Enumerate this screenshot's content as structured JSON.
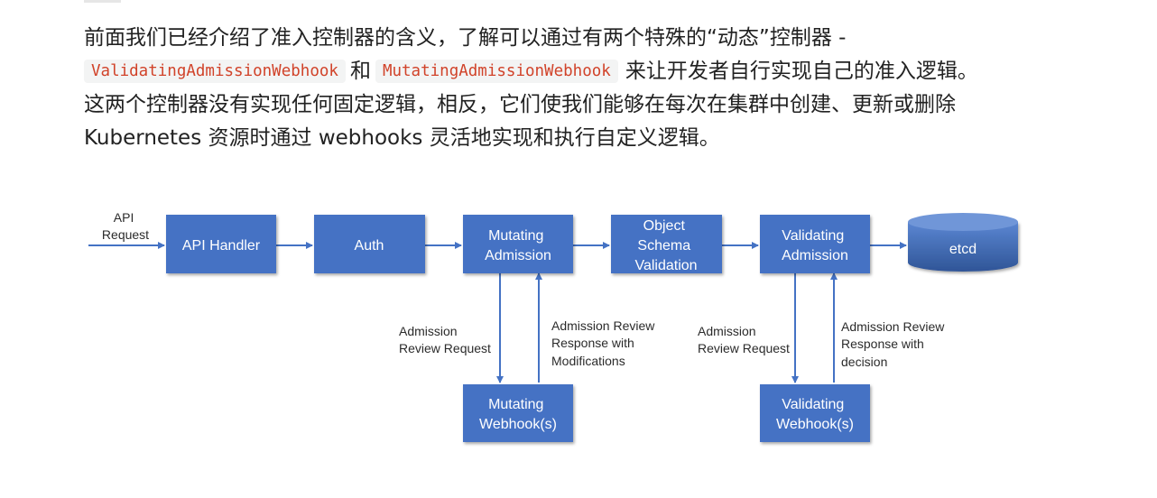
{
  "paragraph": {
    "line1": "前面我们已经介绍了准入控制器的含义，了解可以通过有两个特殊的“动态”控制器 -",
    "code1": "ValidatingAdmissionWebhook",
    "and_word": "和",
    "code2": "MutatingAdmissionWebhook",
    "line2_tail": "来让开发者自行实现自己的准入逻辑。",
    "line3": "这两个控制器没有实现任何固定逻辑，相反，它们使我们能够在每次在集群中创建、更新或删除",
    "line4": "Kubernetes 资源时通过 webhooks 灵活地实现和执行自定义逻辑。"
  },
  "diagram": {
    "input_label": [
      "API",
      "Request"
    ],
    "boxes": {
      "api_handler": [
        "API Handler"
      ],
      "auth": [
        "Auth"
      ],
      "mutating_admission": [
        "Mutating",
        "Admission"
      ],
      "object_schema_validation": [
        "Object",
        "Schema",
        "Validation"
      ],
      "validating_admission": [
        "Validating",
        "Admission"
      ],
      "etcd": [
        "etcd"
      ],
      "mutating_webhooks": [
        "Mutating",
        "Webhook(s)"
      ],
      "validating_webhooks": [
        "Validating",
        "Webhook(s)"
      ]
    },
    "labels": {
      "mutating_request": [
        "Admission",
        "Review Request"
      ],
      "mutating_response": [
        "Admission Review",
        "Response with",
        "Modifications"
      ],
      "validating_request": [
        "Admission",
        "Review Request"
      ],
      "validating_response": [
        "Admission Review",
        "Response with",
        "decision"
      ]
    },
    "colors": {
      "box_fill": "#4472c4",
      "arrow": "#4472c4",
      "box_text": "#ffffff"
    }
  }
}
